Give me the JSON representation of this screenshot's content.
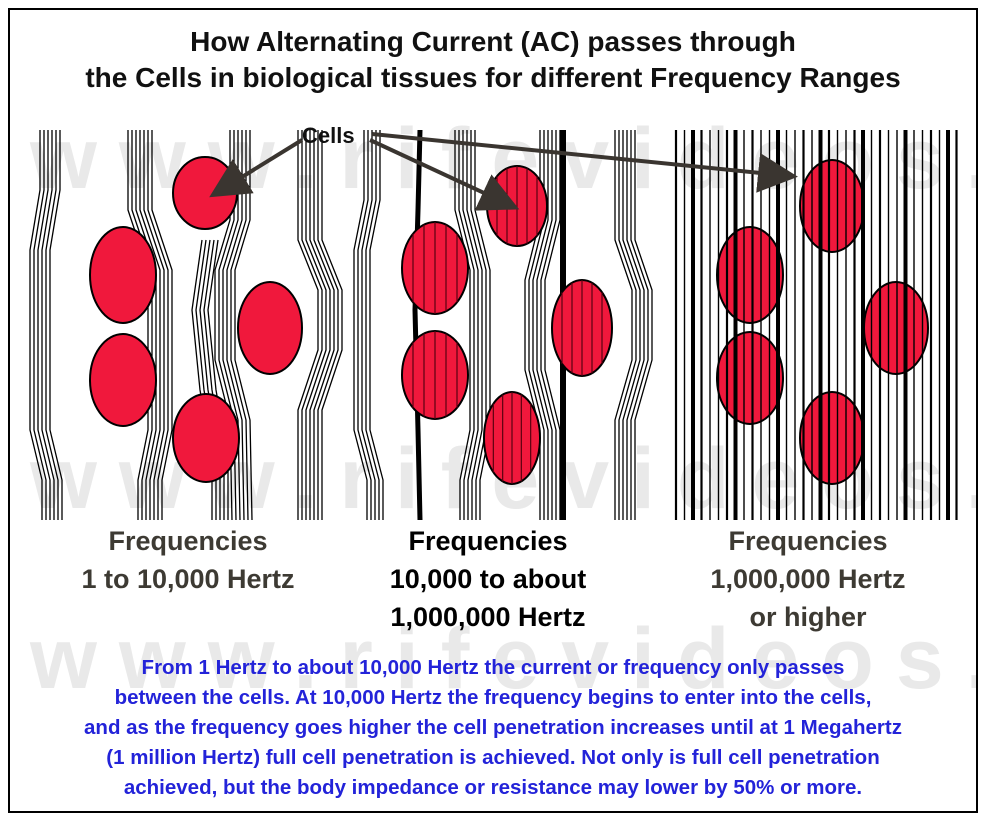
{
  "title": {
    "line1": "How Alternating Current (AC) passes through",
    "line2": "the Cells in biological tissues for different Frequency Ranges"
  },
  "cells_label": "Cells",
  "watermark": "www.rifevideos.com",
  "panels": [
    {
      "line1": "Frequencies",
      "line2": "1 to 10,000 Hertz",
      "line3": ""
    },
    {
      "line1": "Frequencies",
      "line2": "10,000 to about",
      "line3": "1,000,000 Hertz"
    },
    {
      "line1": "Frequencies",
      "line2": "1,000,000 Hertz",
      "line3": "or higher"
    }
  ],
  "description": {
    "line1": "From 1 Hertz to about 10,000 Hertz the current or frequency only passes",
    "line2": "between the cells. At 10,000 Hertz the frequency begins to enter into the cells,",
    "line3": "and as the frequency goes higher the cell penetration increases until at 1 Megahertz",
    "line4": "(1 million Hertz) full cell penetration is achieved. Not only is full cell penetration",
    "line5": "achieved, but the body impedance or resistance may lower by 50% or more."
  },
  "colors": {
    "cell_fill": "#f0183c",
    "cell_outline": "#000000",
    "current_lines": "#000000",
    "description_text": "#2323d9",
    "panel_text": "#3d3a33"
  }
}
